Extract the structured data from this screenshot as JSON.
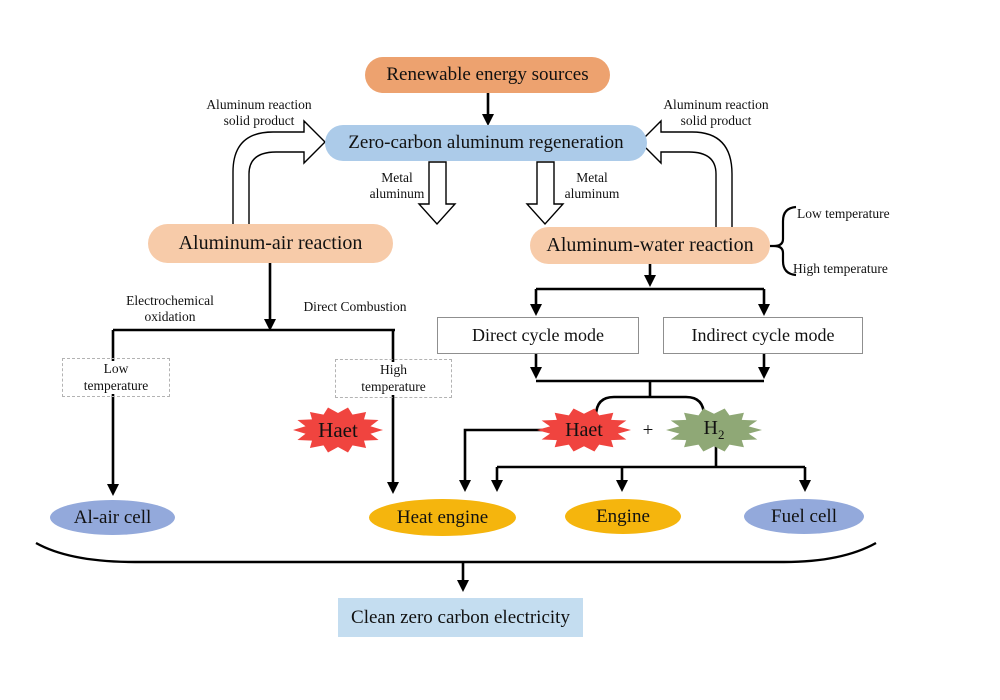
{
  "diagram": {
    "nodes": {
      "renewable": "Renewable energy sources",
      "regeneration": "Zero-carbon aluminum regeneration",
      "air_reaction": "Aluminum-air reaction",
      "water_reaction": "Aluminum-water reaction",
      "direct_cycle": "Direct cycle mode",
      "indirect_cycle": "Indirect cycle mode",
      "al_air_cell": "Al-air cell",
      "heat_engine": "Heat engine",
      "engine": "Engine",
      "fuel_cell": "Fuel cell",
      "clean_electricity": "Clean zero carbon electricity",
      "heat_left": "Haet",
      "heat_right": "Haet",
      "h2_base": "H",
      "h2_sub": "2",
      "plus": "+"
    },
    "labels": {
      "solid_product_left_1": "Aluminum reaction",
      "solid_product_left_2": "solid product",
      "solid_product_right_1": "Aluminum reaction",
      "solid_product_right_2": "solid product",
      "metal_left_1": "Metal",
      "metal_left_2": "aluminum",
      "metal_right_1": "Metal",
      "metal_right_2": "aluminum",
      "electrochemical_1": "Electrochemical",
      "electrochemical_2": "oxidation",
      "direct_combustion": "Direct Combustion",
      "low_temp_1": "Low",
      "low_temp_2": "temperature",
      "high_temp_1": "High",
      "high_temp_2": "temperature",
      "brace_low": "Low temperature",
      "brace_high": "High temperature"
    },
    "colors": {
      "orange": "#EDA26F",
      "light_blue": "#ACCBE9",
      "peach": "#F7CBA9",
      "pale_blue": "#C4DDF0",
      "red": "#F0443F",
      "green": "#8FA876",
      "gold": "#F5B50D",
      "periwinkle": "#93A9DB",
      "line": "#000000"
    }
  }
}
